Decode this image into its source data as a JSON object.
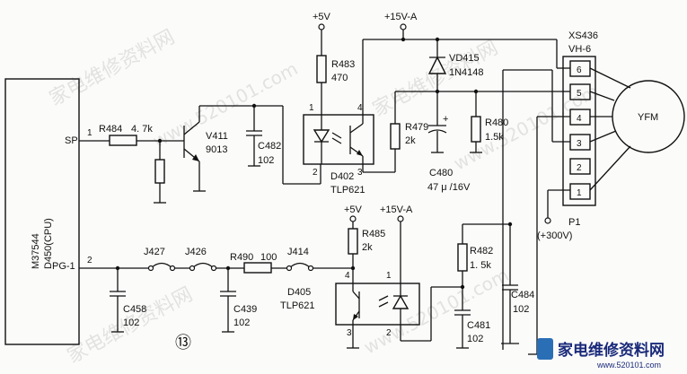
{
  "mcu": {
    "name": "M37544",
    "ref": "D450(CPU)",
    "pin_sp": "SP",
    "pin_pg": "PG-1",
    "pin1": "1",
    "pin2": "2"
  },
  "rails": {
    "v5_top": "+5V",
    "v15_top": "+15V-A",
    "v5_bot": "+5V",
    "v15_bot": "+15V-A",
    "v300": "(+300V)"
  },
  "parts": {
    "r484": "R484",
    "r484_val": "4. 7k",
    "v411": "V411",
    "v411_val": "9013",
    "c482": "C482",
    "c482_val": "102",
    "r483": "R483",
    "r483_val": "470",
    "d402": "D402",
    "d402_type": "TLP621",
    "vd415": "VD415",
    "vd415_type": "1N4148",
    "r479": "R479",
    "r479_val": "2k",
    "c480": "C480",
    "c480_val": "47 μ /16V",
    "r480": "R480",
    "r480_val": "1.5k",
    "c458": "C458",
    "c458_val": "102",
    "j427": "J427",
    "j426": "J426",
    "r490": "R490",
    "r490_val": "100",
    "j414": "J414",
    "c439": "C439",
    "c439_val": "102",
    "r485": "R485",
    "r485_val": "2k",
    "d405": "D405",
    "d405_type": "TLP621",
    "r482": "R482",
    "r482_val": "1. 5k",
    "c481": "C481",
    "c481_val": "102",
    "c484": "C484",
    "c484_val": "102",
    "xs436": "XS436",
    "xs436_type": "VH-6",
    "p1": "P1",
    "motor": "YFM"
  },
  "connector_pins": [
    "6",
    "5",
    "4",
    "3",
    "2",
    "1"
  ],
  "opto_pins": {
    "d402_1": "1",
    "d402_2": "2",
    "d402_3": "3",
    "d402_4": "4",
    "d405_1": "1",
    "d405_2": "2",
    "d405_3": "3",
    "d405_4": "4"
  },
  "figure_number": "⑬",
  "watermarks": [
    "家电维修资料网",
    "www.520101.com",
    "家电维修资料网",
    "www.520101.com",
    "家电维修资料网",
    "www.520101.com"
  ],
  "logo": {
    "text": "家电维修资料网",
    "url": "www.520101.com"
  }
}
